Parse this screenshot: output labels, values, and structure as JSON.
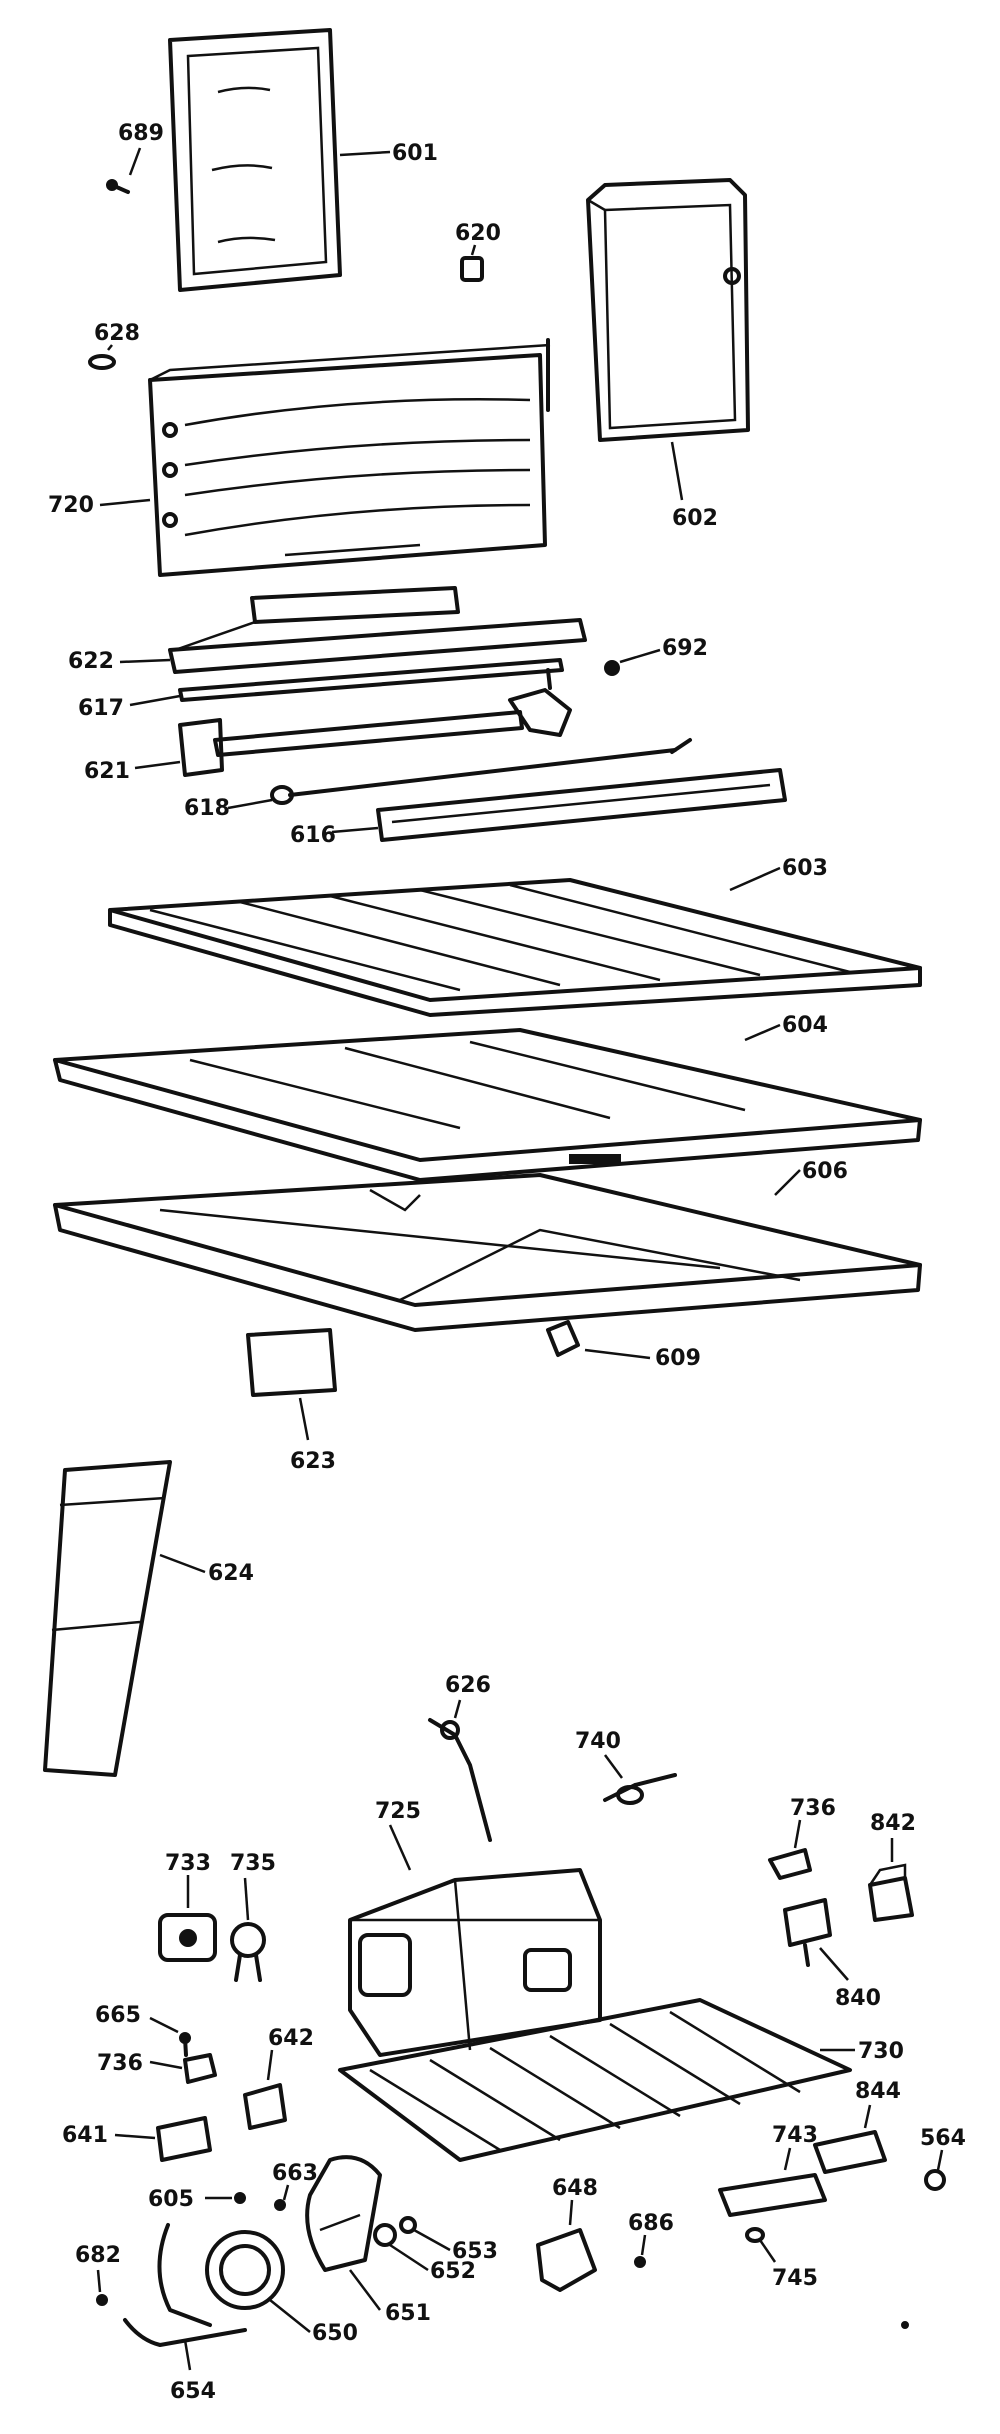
{
  "parts": [
    {
      "id": "p601",
      "label": "601"
    },
    {
      "id": "p689",
      "label": "689"
    },
    {
      "id": "p620",
      "label": "620"
    },
    {
      "id": "p602",
      "label": "602"
    },
    {
      "id": "p628",
      "label": "628"
    },
    {
      "id": "p720",
      "label": "720"
    },
    {
      "id": "p622",
      "label": "622"
    },
    {
      "id": "p692",
      "label": "692"
    },
    {
      "id": "p617",
      "label": "617"
    },
    {
      "id": "p621",
      "label": "621"
    },
    {
      "id": "p618",
      "label": "618"
    },
    {
      "id": "p616",
      "label": "616"
    },
    {
      "id": "p603",
      "label": "603"
    },
    {
      "id": "p604",
      "label": "604"
    },
    {
      "id": "p606",
      "label": "606"
    },
    {
      "id": "p609",
      "label": "609"
    },
    {
      "id": "p623",
      "label": "623"
    },
    {
      "id": "p624",
      "label": "624"
    },
    {
      "id": "p626",
      "label": "626"
    },
    {
      "id": "p740",
      "label": "740"
    },
    {
      "id": "p725",
      "label": "725"
    },
    {
      "id": "p733",
      "label": "733"
    },
    {
      "id": "p735",
      "label": "735"
    },
    {
      "id": "p736a",
      "label": "736"
    },
    {
      "id": "p842",
      "label": "842"
    },
    {
      "id": "p840",
      "label": "840"
    },
    {
      "id": "p665",
      "label": "665"
    },
    {
      "id": "p736b",
      "label": "736"
    },
    {
      "id": "p642",
      "label": "642"
    },
    {
      "id": "p730",
      "label": "730"
    },
    {
      "id": "p641",
      "label": "641"
    },
    {
      "id": "p743",
      "label": "743"
    },
    {
      "id": "p844",
      "label": "844"
    },
    {
      "id": "p564",
      "label": "564"
    },
    {
      "id": "p605",
      "label": "605"
    },
    {
      "id": "p663",
      "label": "663"
    },
    {
      "id": "p648",
      "label": "648"
    },
    {
      "id": "p686",
      "label": "686"
    },
    {
      "id": "p653",
      "label": "653"
    },
    {
      "id": "p745",
      "label": "745"
    },
    {
      "id": "p682",
      "label": "682"
    },
    {
      "id": "p652",
      "label": "652"
    },
    {
      "id": "p650",
      "label": "650"
    },
    {
      "id": "p651",
      "label": "651"
    },
    {
      "id": "p654",
      "label": "654"
    }
  ]
}
